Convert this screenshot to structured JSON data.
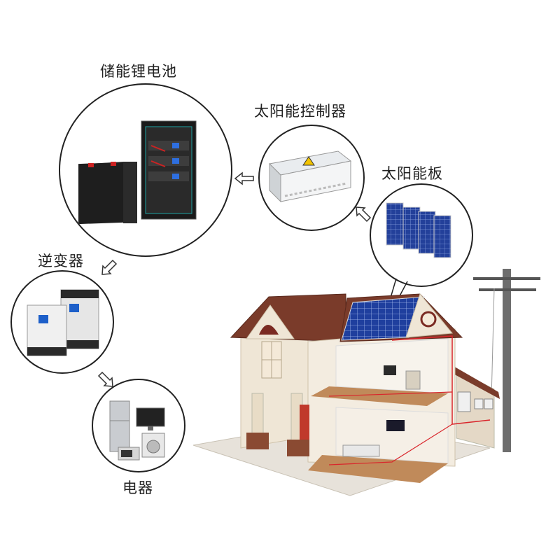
{
  "labels": {
    "battery": "储能锂电池",
    "controller": "太阳能控制器",
    "panels": "太阳能板",
    "inverter": "逆变器",
    "appliances": "电器"
  },
  "colors": {
    "outline": "#222222",
    "roof": "#7a3b2a",
    "wall": "#efe6d6",
    "solar": "#1f3f9e",
    "wire": "#d9262c"
  }
}
